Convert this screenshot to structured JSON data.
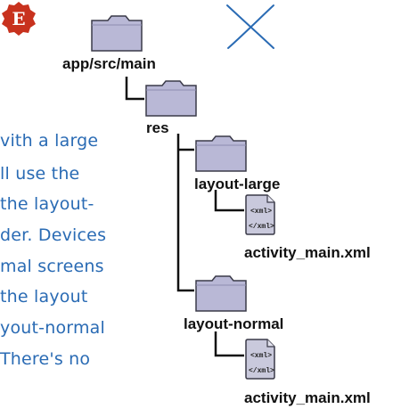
{
  "badge": {
    "letter": "E",
    "color": "#c8321e"
  },
  "colors": {
    "folder": "#b9b8d6",
    "folder_edge": "#3a3a48",
    "file": "#c9c9dc",
    "line": "#111111",
    "note": "#2a6bb4"
  },
  "note_lines": [
    "vith a large",
    "ll use the",
    " the layout-",
    "der. Devices",
    "mal screens",
    "the layout",
    "yout-normal",
    "There's no"
  ],
  "tree": {
    "root": "app/src/main",
    "res": "res",
    "large_folder": "layout-large",
    "large_file": "activity_main.xml",
    "normal_folder": "layout-normal",
    "normal_file": "activity_main.xml",
    "xml_open": "<xml>",
    "xml_close": "</xml>"
  }
}
